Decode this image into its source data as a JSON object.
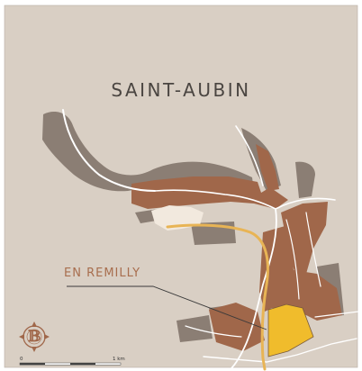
{
  "map": {
    "title": "SAINT-AUBIN",
    "callout_label": "EN REMILLY",
    "scale": {
      "start_label": "0",
      "end_label": "1 km"
    },
    "colors": {
      "background": "#d9cfc4",
      "vineyard_other": "#8b7e74",
      "vineyard_premier_cru": "#a0674a",
      "highlight_parcel": "#f0bc2c",
      "village": "#f2e9de",
      "road": "#ffffff",
      "main_road": "#e8b455",
      "callout_line": "#3a3a3a"
    },
    "icons": [
      "compass-rose-icon",
      "logo-b-icon"
    ]
  }
}
